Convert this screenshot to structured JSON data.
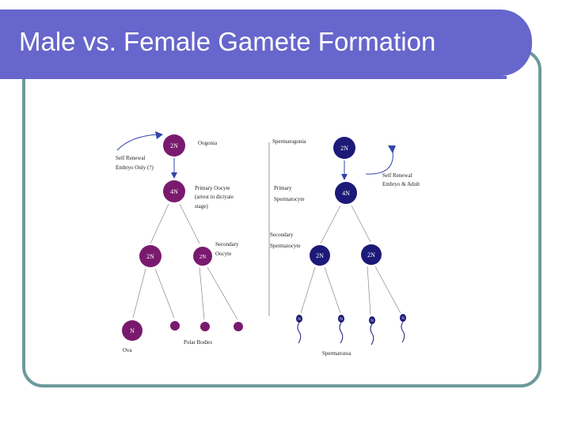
{
  "slide": {
    "title": "Male vs. Female Gamete Formation"
  },
  "colors": {
    "title_bar": "#6666cc",
    "frame": "#6d9a9a",
    "female_cell": "#7a1a6e",
    "male_cell": "#1c1a78",
    "text": "#222222"
  },
  "diagram": {
    "female": {
      "oogonia_cell": "2N",
      "oogonia_label": "Oogonia",
      "self_renewal_line1": "Self Renewal",
      "self_renewal_line2": "Embryo Only (?)",
      "primary_cell": "4N",
      "primary_line1": "Primary Oocyte",
      "primary_line2": "(arrest in dictyate",
      "primary_line3": "stage)",
      "secondary_left_cell": "2N",
      "secondary_right_cell": "2N",
      "secondary_line1": "Secondary",
      "secondary_line2": "Oocyte",
      "ova_cell": "N",
      "ova_label": "Ova",
      "polar_label": "Polar Bodies"
    },
    "male": {
      "spermatogonia_label": "Spermatogonia",
      "spermatogonia_cell": "2N",
      "self_renewal_line1": "Self Renewal",
      "self_renewal_line2": "Embryo & Adult",
      "primary_line1": "Primary",
      "primary_line2": "Spermatocyte",
      "primary_cell": "4N",
      "secondary_line1": "Secondary",
      "secondary_line2": "Spermatocyte",
      "secondary_left_cell": "2N",
      "secondary_right_cell": "2N",
      "sperm_cells": [
        "N",
        "N",
        "N",
        "N"
      ],
      "spermatozoa_label": "Spermatozoa"
    }
  }
}
